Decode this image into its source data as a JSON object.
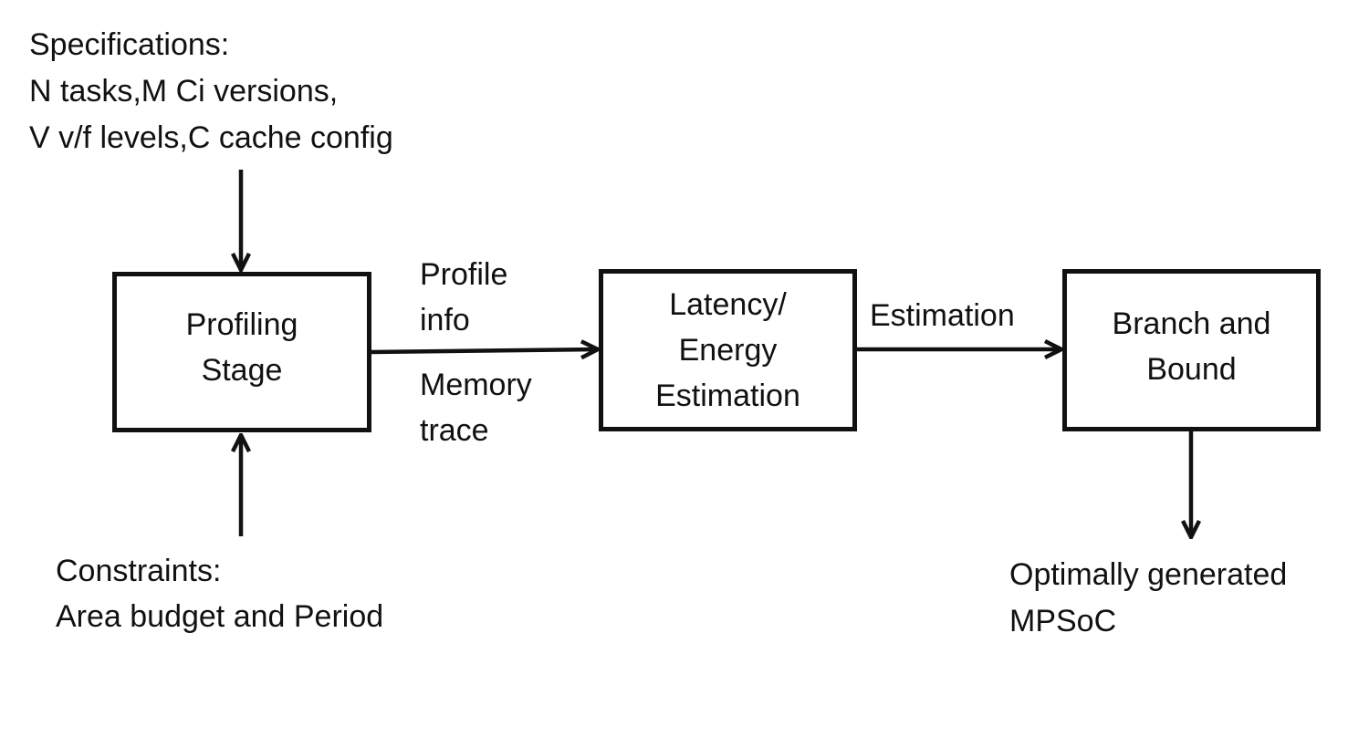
{
  "specifications": {
    "lines": [
      "Specifications:",
      "N tasks,M Ci versions,",
      "V v/f levels,C cache config"
    ]
  },
  "constraints": {
    "lines": [
      "Constraints:",
      "Area budget and Period"
    ]
  },
  "profiling_stage": {
    "lines": [
      "Profiling",
      "Stage"
    ]
  },
  "edge_profiling_to_latency": {
    "above": [
      "Profile",
      "info"
    ],
    "below": [
      "Memory",
      "trace"
    ]
  },
  "latency_energy_estimation": {
    "lines": [
      "Latency/",
      "Energy",
      "Estimation"
    ]
  },
  "edge_latency_to_branch": {
    "label": "Estimation"
  },
  "branch_and_bound": {
    "lines": [
      "Branch and",
      "Bound"
    ]
  },
  "output": {
    "lines": [
      "Optimally generated",
      "MPSoC"
    ]
  }
}
